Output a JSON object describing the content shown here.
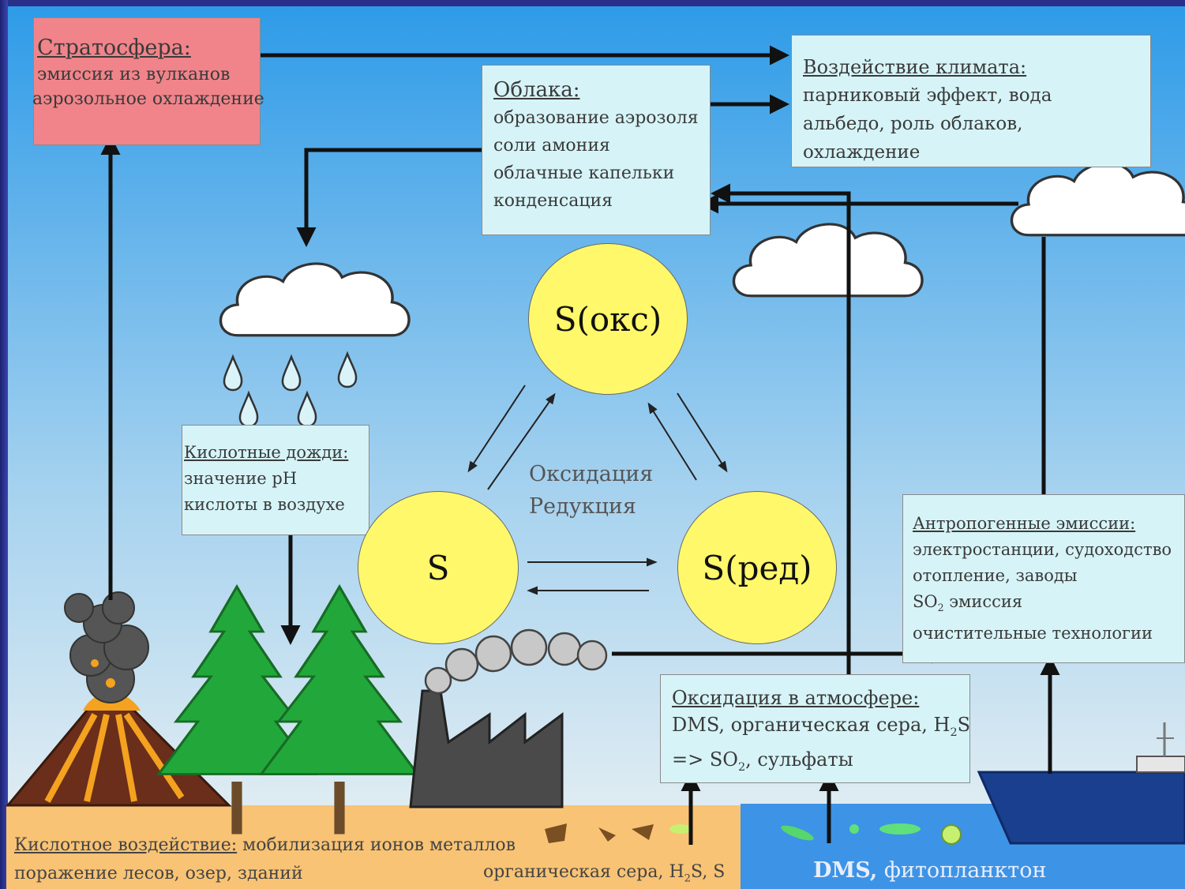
{
  "stratosphere": {
    "heading": "Стратосфера:",
    "lines": [
      "эмиссия из вулканов",
      "аэрозольное охлаждение"
    ]
  },
  "clouds": {
    "heading": "Облака:",
    "lines": [
      "образование аэрозоля",
      "соли амония",
      "облачные капельки",
      "конденсация"
    ]
  },
  "climate": {
    "heading": "Воздействие климата:",
    "lines": [
      "парниковый эффект, вода",
      "альбедо, роль облаков,",
      "охлаждение"
    ]
  },
  "acid_rain": {
    "heading": "Кислотные дожди:",
    "lines": [
      "значение pH",
      "кислоты в воздухе"
    ]
  },
  "anthropogenic": {
    "heading": "Антропогенные эмиссии:",
    "line1": "электростанции, судоходство",
    "line2": "отопление, заводы",
    "line3_a": "SO",
    "line3_sub": "2",
    "line3_b": " эмиссия",
    "line4": "очистительные технологии"
  },
  "atm_oxidation": {
    "heading": "Оксидация в атмосфере:",
    "line1_a": "DMS, органическая сера, H",
    "line1_sub": "2",
    "line1_b": "S",
    "line2_a": "=> SO",
    "line2_sub": "2",
    "line2_b": ", сульфаты"
  },
  "sulfur": {
    "oxidized": "S(окс)",
    "elemental": "S",
    "reduced": "S(ред)",
    "oxidation": "Оксидация",
    "reduction": "Редукция"
  },
  "ground": {
    "acid_heading": "Кислотное воздействие:",
    "acid_rest": " мобилизация ионов металлов",
    "acid_line2": "поражение лесов, озер, зданий",
    "organic_a": "органическая сера, H",
    "organic_sub": "2",
    "organic_b": "S, S",
    "dms_bold": "DMS,",
    "dms_rest": " фитопланктон"
  },
  "colors": {
    "sky_top": "#2e9be8",
    "sky_bottom": "#e4eef2",
    "box_fill": "#d6f4f8",
    "strat_fill": "#f0848a",
    "sun": "#fff86a",
    "soil": "#f8c374",
    "sea": "#3d93e6",
    "tree": "#22a83a",
    "frame": "#2a2f8a"
  },
  "icons": [
    "volcano-icon",
    "tree-icon",
    "factory-icon",
    "ship-icon",
    "cloud-icon",
    "raindrop-icon"
  ]
}
